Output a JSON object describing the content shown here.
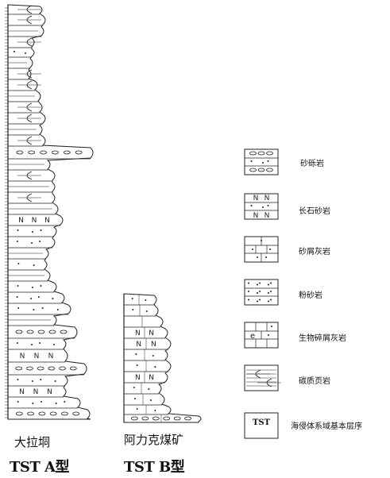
{
  "columns": [
    {
      "location": "大拉垌",
      "type_label": "TST A型"
    },
    {
      "location": "阿力克煤矿",
      "type_label": "TST B型"
    }
  ],
  "legend": [
    {
      "symbol": "gravelly-sandstone-pattern",
      "label": "砂砾岩"
    },
    {
      "symbol": "feldspar-sandstone-pattern",
      "label": "长石砂岩"
    },
    {
      "symbol": "sandy-limestone-pattern",
      "label": "砂屑灰岩"
    },
    {
      "symbol": "siltstone-pattern",
      "label": "粉砂岩"
    },
    {
      "symbol": "bioclastic-limestone-pattern",
      "label": "生物碎屑灰岩"
    },
    {
      "symbol": "carbonaceous-shale-pattern",
      "label": "碳质页岩"
    },
    {
      "symbol": "tst-box",
      "box_text": "TST",
      "label": "海侵体系域基本层序"
    }
  ]
}
